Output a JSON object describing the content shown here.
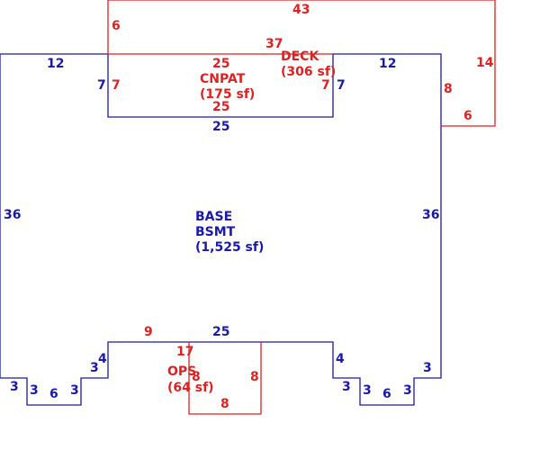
{
  "colors": {
    "basement": "#1a1aa8",
    "addition": "#dd2222",
    "background": "#ffffff"
  },
  "areas": {
    "base": {
      "line1": "BASE",
      "line2": "BSMT",
      "line3": "(1,525 sf)"
    },
    "cnpat": {
      "line1": "CNPAT",
      "line2": "(175 sf)"
    },
    "deck": {
      "line1": "DECK",
      "line2": "(306 sf)"
    },
    "ops": {
      "line1": "OPS",
      "line2": "(64 sf)"
    }
  },
  "dimensions": {
    "base": {
      "top_left": "12",
      "top_right": "12",
      "step_left": "7",
      "step_right": "7",
      "inner_top": "25",
      "left_side": "36",
      "right_side": "36",
      "bottom_center": "25",
      "left_jog_4": "4",
      "left_jog_3a": "3",
      "left_notch_3a": "3",
      "left_notch_3b": "3",
      "left_notch_6": "6",
      "left_notch_3c": "3",
      "right_jog_4": "4",
      "right_jog_3a": "3",
      "right_notch_3a": "3",
      "right_notch_6": "6",
      "right_notch_3b": "3"
    },
    "cnpat": {
      "top": "25",
      "bottom": "25",
      "left": "7",
      "right": "7"
    },
    "deck": {
      "top": "43",
      "left": "6",
      "inner": "37",
      "right": "14",
      "step_down": "8",
      "step_across": "6"
    },
    "ops": {
      "top": "17",
      "left": "8",
      "right": "8",
      "bottom": "8",
      "extension": "9"
    }
  }
}
